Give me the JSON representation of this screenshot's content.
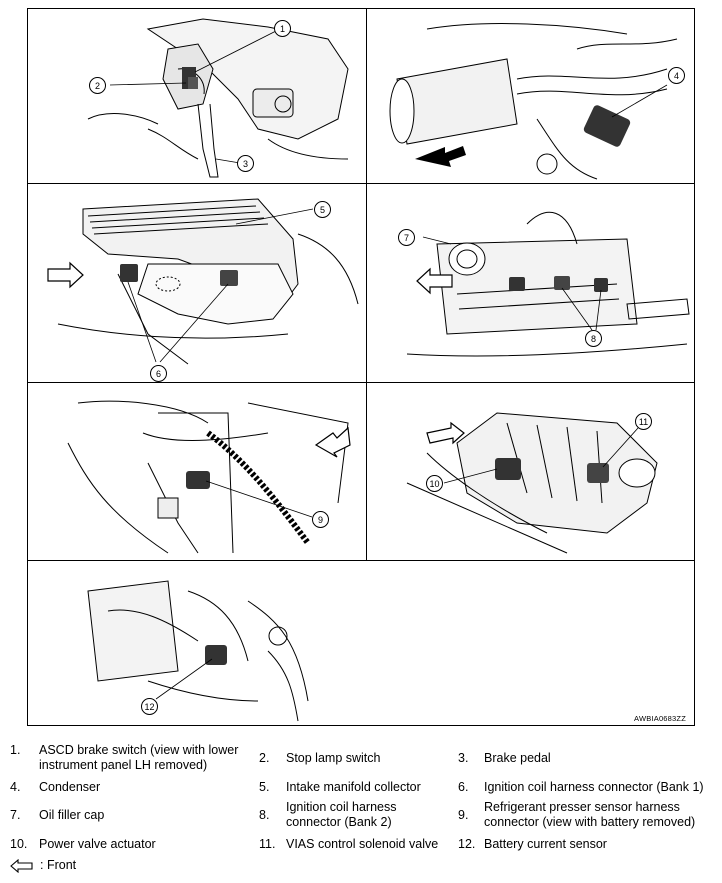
{
  "figure": {
    "code": "AWBIA0683ZZ",
    "callouts": [
      "1",
      "2",
      "3",
      "4",
      "5",
      "6",
      "7",
      "8",
      "9",
      "10",
      "11",
      "12"
    ]
  },
  "legend": [
    {
      "num": "1.",
      "text": "ASCD brake switch (view with lower instrument panel LH removed)"
    },
    {
      "num": "2.",
      "text": "Stop lamp switch"
    },
    {
      "num": "3.",
      "text": "Brake pedal"
    },
    {
      "num": "4.",
      "text": "Condenser"
    },
    {
      "num": "5.",
      "text": "Intake manifold collector"
    },
    {
      "num": "6.",
      "text": "Ignition coil harness connector (Bank 1)"
    },
    {
      "num": "7.",
      "text": "Oil filler cap"
    },
    {
      "num": "8.",
      "text": "Ignition coil harness connector (Bank 2)"
    },
    {
      "num": "9.",
      "text": "Refrigerant presser sensor harness connector (view with battery removed)"
    },
    {
      "num": "10.",
      "text": "Power valve actuator"
    },
    {
      "num": "11.",
      "text": "VIAS control solenoid valve"
    },
    {
      "num": "12.",
      "text": "Battery current sensor"
    }
  ],
  "front_key": {
    "icon": "front-arrow-icon",
    "label": ": Front"
  }
}
